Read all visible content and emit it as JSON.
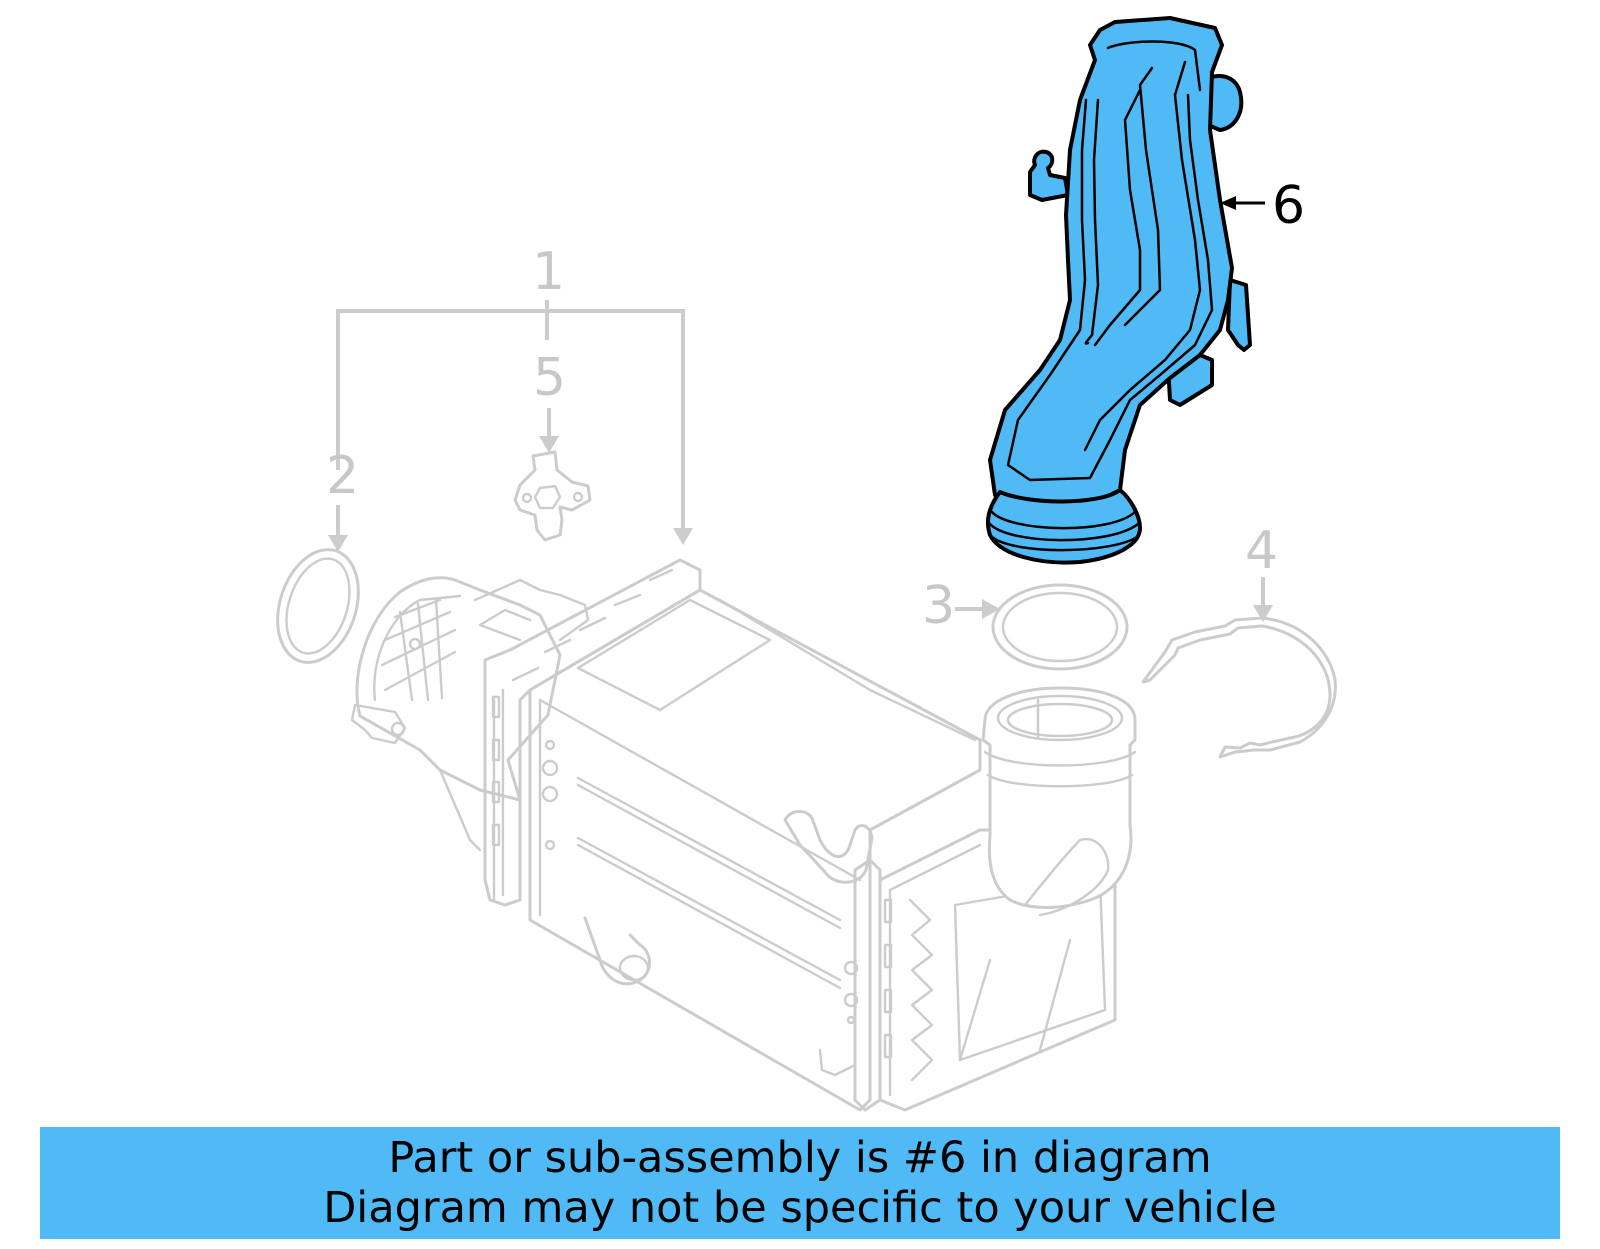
{
  "diagram": {
    "highlight_color": "#4fbaf5",
    "ghost_color": "#cccccc",
    "highlighted_part": "6",
    "callouts": [
      {
        "id": "1",
        "label": "1",
        "highlighted": false
      },
      {
        "id": "2",
        "label": "2",
        "highlighted": false
      },
      {
        "id": "3",
        "label": "3",
        "highlighted": false
      },
      {
        "id": "4",
        "label": "4",
        "highlighted": false
      },
      {
        "id": "5",
        "label": "5",
        "highlighted": false
      },
      {
        "id": "6",
        "label": "6",
        "highlighted": true
      }
    ]
  },
  "banner": {
    "background": "#4fbaf5",
    "line1": "Part or sub-assembly is #6 in diagram",
    "line2": "Diagram may not be specific to your vehicle"
  }
}
